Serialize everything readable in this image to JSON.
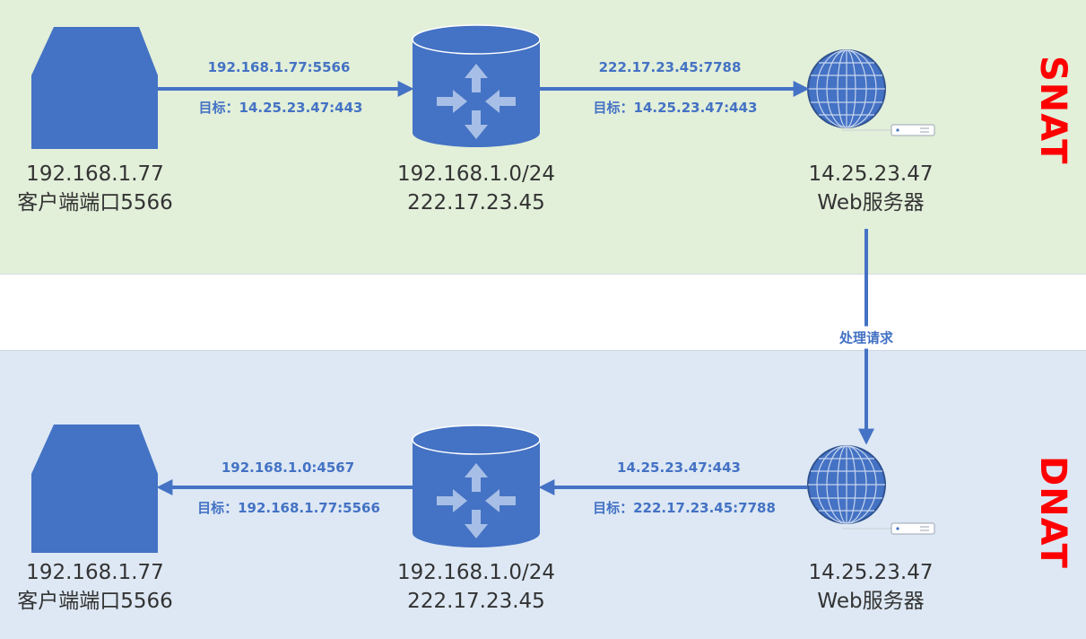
{
  "snat": {
    "title": "SNAT",
    "client": {
      "ip": "192.168.1.77",
      "desc": "客户端端口5566"
    },
    "router": {
      "subnet": "192.168.1.0/24",
      "public_ip": "222.17.23.45"
    },
    "server": {
      "ip": "14.25.23.47",
      "desc": "Web服务器"
    },
    "edge1": {
      "source": "192.168.1.77:5566",
      "target": "目标：14.25.23.47:443"
    },
    "edge2": {
      "source": "222.17.23.45:7788",
      "target": "目标：14.25.23.47:443"
    }
  },
  "process_label": "处理请求",
  "dnat": {
    "title": "DNAT",
    "client": {
      "ip": "192.168.1.77",
      "desc": "客户端端口5566"
    },
    "router": {
      "subnet": "192.168.1.0/24",
      "public_ip": "222.17.23.45"
    },
    "server": {
      "ip": "14.25.23.47",
      "desc": "Web服务器"
    },
    "edge1": {
      "source": "14.25.23.47:443",
      "target": "目标：222.17.23.45:7788"
    },
    "edge2": {
      "source": "192.168.1.0:4567",
      "target": "目标：192.168.1.77:5566"
    }
  },
  "colors": {
    "shape_fill": "#4472c4",
    "arrow": "#4472c4",
    "title": "#ff0000",
    "snat_band": "#e2efd9",
    "dnat_band": "#dde8f4"
  },
  "icons": [
    "client-computer-icon",
    "router-icon",
    "globe-icon",
    "server-rack-icon"
  ]
}
